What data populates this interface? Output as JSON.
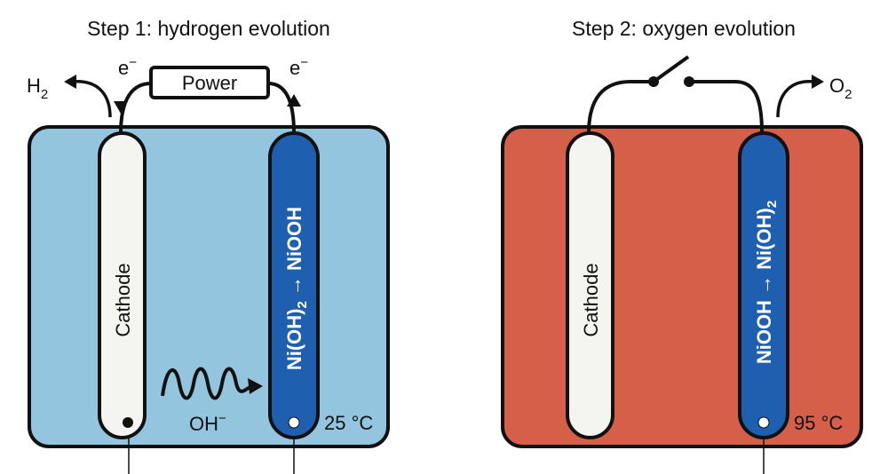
{
  "colors": {
    "left_bath": "#93c6de",
    "right_bath": "#d65f4a",
    "cathode": "#f4f4f1",
    "anode": "#1f5fb0",
    "outline": "#111111"
  },
  "step1": {
    "title": "Step 1: hydrogen evolution",
    "h2_label": "H",
    "h2_sub": "2",
    "electron_left": "e",
    "electron_right": "e",
    "electron_sup": "−",
    "power_label": "Power",
    "cathode_label": "Cathode",
    "anode_label_a": "Ni(OH)",
    "anode_label_sub": "2",
    "anode_label_b": " → NiOOH",
    "ion_label": "OH",
    "ion_sup": "−",
    "temperature": "25 °C"
  },
  "step2": {
    "title": "Step 2: oxygen evolution",
    "o2_label": "O",
    "o2_sub": "2",
    "cathode_label": "Cathode",
    "anode_label_a": "NiOOH → Ni(OH)",
    "anode_label_sub": "2",
    "temperature": "95 °C"
  },
  "icons": {
    "gas_arrow": "curved-arrow-icon",
    "ion_wave": "wavy-arrow-icon",
    "switch": "open-switch-icon"
  }
}
